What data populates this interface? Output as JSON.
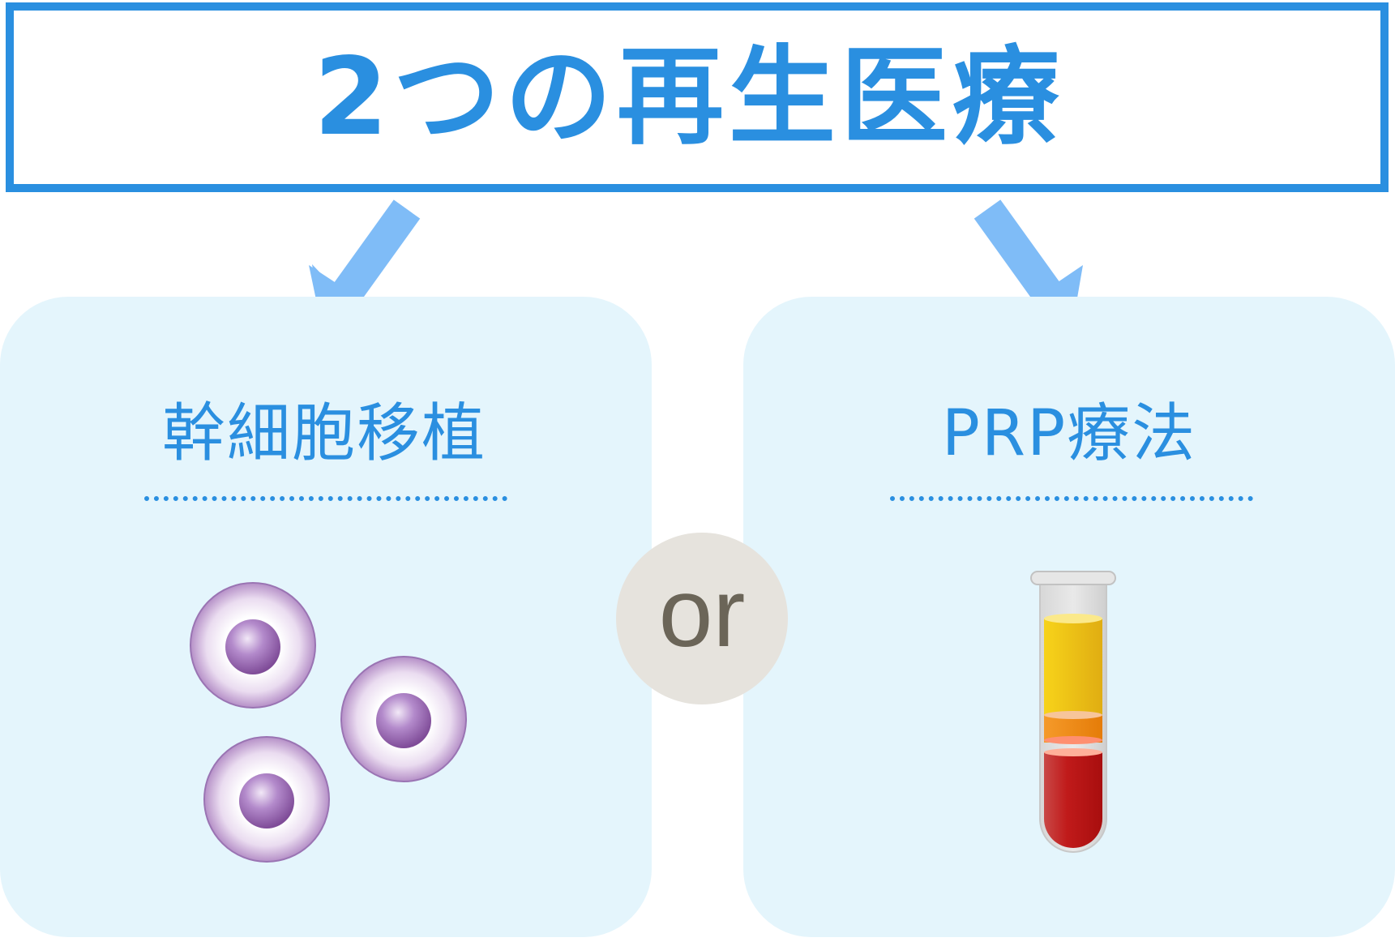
{
  "title": "2つの再生医療",
  "options": [
    {
      "label": "幹細胞移植",
      "icon": "stem-cells-icon"
    },
    {
      "label": "PRP療法",
      "icon": "blood-test-tube-icon"
    }
  ],
  "divider_text": "or",
  "colors": {
    "title_blue": "#2a8fe0",
    "arrow_blue": "#7fbcf7",
    "panel_bg": "#e4f5fc",
    "or_circle": "#e6e3dd",
    "or_text": "#6b6558",
    "cell_purple": "#8e57a4",
    "plasma_yellow": "#f2c417",
    "buffy_orange": "#f1870c",
    "blood_red": "#c01313"
  }
}
